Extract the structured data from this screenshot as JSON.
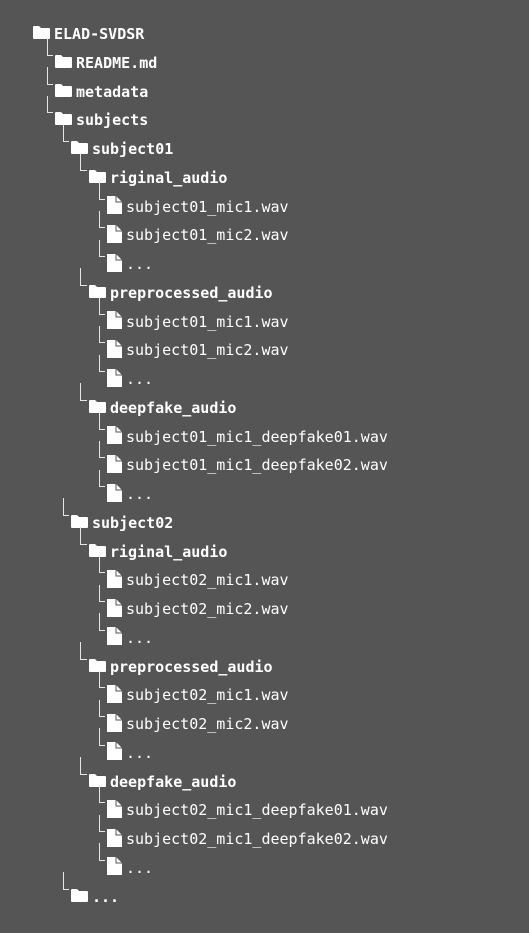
{
  "tree": {
    "label": "ELAD-SVDSR",
    "type": "folder",
    "children": [
      {
        "label": "README.md",
        "type": "folder"
      },
      {
        "label": "metadata",
        "type": "folder"
      },
      {
        "label": "subjects",
        "type": "folder",
        "children": [
          {
            "label": "subject01",
            "type": "folder",
            "children": [
              {
                "label": "riginal_audio",
                "type": "folder",
                "children": [
                  {
                    "label": "subject01_mic1.wav",
                    "type": "file"
                  },
                  {
                    "label": "subject01_mic2.wav",
                    "type": "file"
                  },
                  {
                    "label": "...",
                    "type": "file"
                  }
                ]
              },
              {
                "label": "preprocessed_audio",
                "type": "folder",
                "children": [
                  {
                    "label": "subject01_mic1.wav",
                    "type": "file"
                  },
                  {
                    "label": "subject01_mic2.wav",
                    "type": "file"
                  },
                  {
                    "label": "...",
                    "type": "file"
                  }
                ]
              },
              {
                "label": "deepfake_audio",
                "type": "folder",
                "children": [
                  {
                    "label": "subject01_mic1_deepfake01.wav",
                    "type": "file"
                  },
                  {
                    "label": "subject01_mic1_deepfake02.wav",
                    "type": "file"
                  },
                  {
                    "label": "...",
                    "type": "file"
                  }
                ]
              }
            ]
          },
          {
            "label": "subject02",
            "type": "folder",
            "children": [
              {
                "label": "riginal_audio",
                "type": "folder",
                "children": [
                  {
                    "label": "subject02_mic1.wav",
                    "type": "file"
                  },
                  {
                    "label": "subject02_mic2.wav",
                    "type": "file"
                  },
                  {
                    "label": "...",
                    "type": "file"
                  }
                ]
              },
              {
                "label": "preprocessed_audio",
                "type": "folder",
                "children": [
                  {
                    "label": "subject02_mic1.wav",
                    "type": "file"
                  },
                  {
                    "label": "subject02_mic2.wav",
                    "type": "file"
                  },
                  {
                    "label": "...",
                    "type": "file"
                  }
                ]
              },
              {
                "label": "deepfake_audio",
                "type": "folder",
                "children": [
                  {
                    "label": "subject02_mic1_deepfake01.wav",
                    "type": "file"
                  },
                  {
                    "label": "subject02_mic1_deepfake02.wav",
                    "type": "file"
                  },
                  {
                    "label": "...",
                    "type": "file"
                  }
                ]
              }
            ]
          },
          {
            "label": "...",
            "type": "folder"
          }
        ]
      }
    ]
  },
  "colors": {
    "background": "#555555",
    "text": "#ffffff",
    "icon": "#ffffff",
    "connector": "#e6e6e6"
  }
}
